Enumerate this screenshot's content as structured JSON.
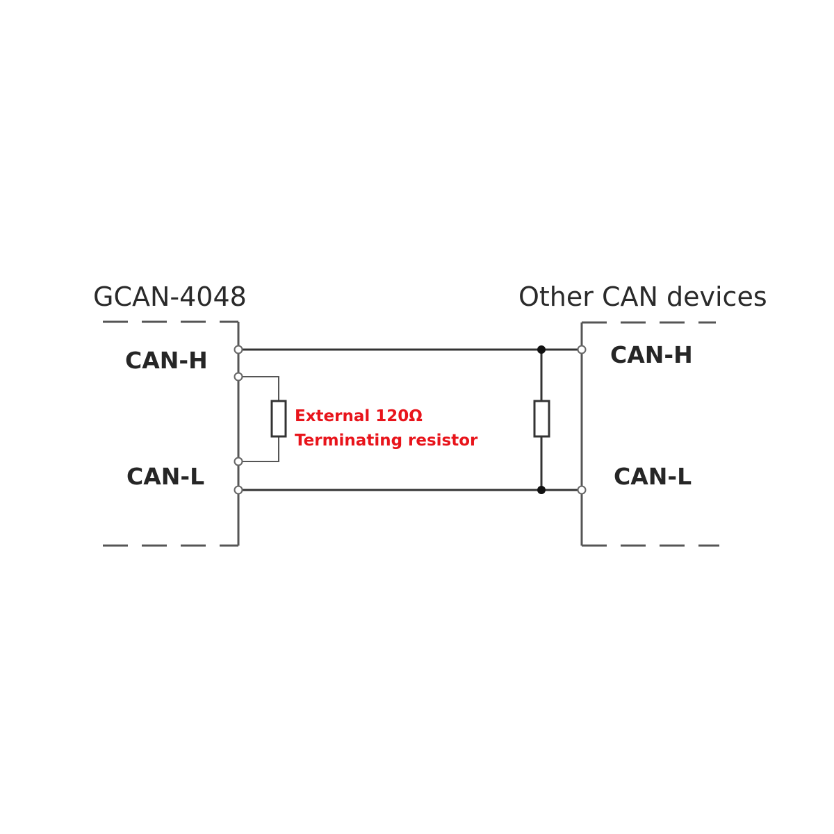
{
  "left_device": {
    "title": "GCAN-4048",
    "can_h_label": "CAN-H",
    "can_l_label": "CAN-L"
  },
  "right_device": {
    "title": "Other CAN devices",
    "can_h_label": "CAN-H",
    "can_l_label": "CAN-L"
  },
  "resistor_note": {
    "line1": "External 120Ω",
    "line2": "Terminating resistor",
    "color": "#e8141b"
  },
  "colors": {
    "background": "#ffffff",
    "line": "#333333",
    "text": "#2a2a2a"
  }
}
